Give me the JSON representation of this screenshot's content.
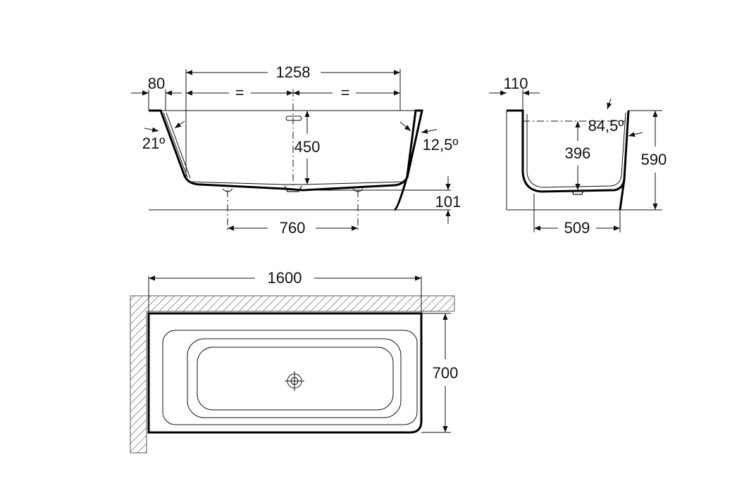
{
  "front_view": {
    "dim_rim_width": "80",
    "dim_inner_length": "1258",
    "equal_left": "=",
    "equal_right": "=",
    "angle_left": "21º",
    "dim_depth": "450",
    "angle_right": "12,5º",
    "dim_feet_spacing": "760",
    "dim_base_height": "101"
  },
  "side_view": {
    "dim_rim_width": "110",
    "angle": "84,5º",
    "dim_inner_depth": "396",
    "dim_total_height": "590",
    "dim_bottom_width": "509"
  },
  "plan_view": {
    "dim_length": "1600",
    "dim_width": "700"
  },
  "colors": {
    "line": "#111111",
    "wall_hatch": "#555555",
    "background": "#ffffff"
  }
}
